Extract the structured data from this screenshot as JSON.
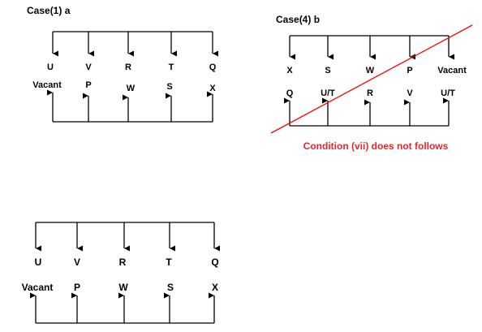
{
  "colors": {
    "line": "#000000",
    "strike": "#ff0000",
    "condition_text": "#e8262c"
  },
  "panels": {
    "case1a": {
      "title": "Case(1) a",
      "top_row": [
        "U",
        "V",
        "R",
        "T",
        "Q"
      ],
      "bottom_row": [
        "Vacant",
        "P",
        "W",
        "S",
        "X"
      ]
    },
    "case4b": {
      "title": "Case(4) b",
      "top_row": [
        "X",
        "S",
        "W",
        "P",
        "Vacant"
      ],
      "bottom_row": [
        "Q",
        "U/T",
        "R",
        "V",
        "U/T"
      ],
      "status": "Condition (vii) does not follows"
    },
    "final": {
      "top_row": [
        "U",
        "V",
        "R",
        "T",
        "Q"
      ],
      "bottom_row": [
        "Vacant",
        "P",
        "W",
        "S",
        "X"
      ]
    }
  }
}
